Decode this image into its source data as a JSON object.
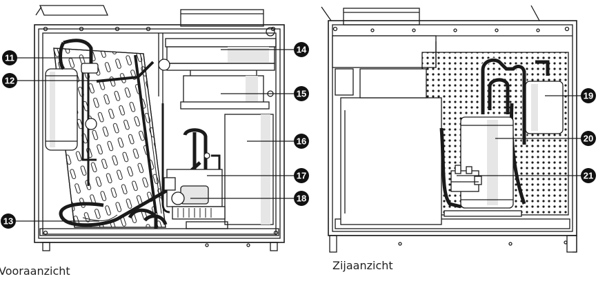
{
  "captions": {
    "front": "Vooraanzicht",
    "side": "Zijaanzicht"
  },
  "callouts": [
    {
      "number": "11"
    },
    {
      "number": "12"
    },
    {
      "number": "13"
    },
    {
      "number": "14"
    },
    {
      "number": "15"
    },
    {
      "number": "16"
    },
    {
      "number": "17"
    },
    {
      "number": "18"
    },
    {
      "number": "19"
    },
    {
      "number": "20"
    },
    {
      "number": "21"
    }
  ],
  "colors": {
    "line": "#1a1a1a",
    "callout_fill": "#111111",
    "callout_text": "#ffffff",
    "background": "#ffffff",
    "panel_shade": "#e6e6e6"
  }
}
